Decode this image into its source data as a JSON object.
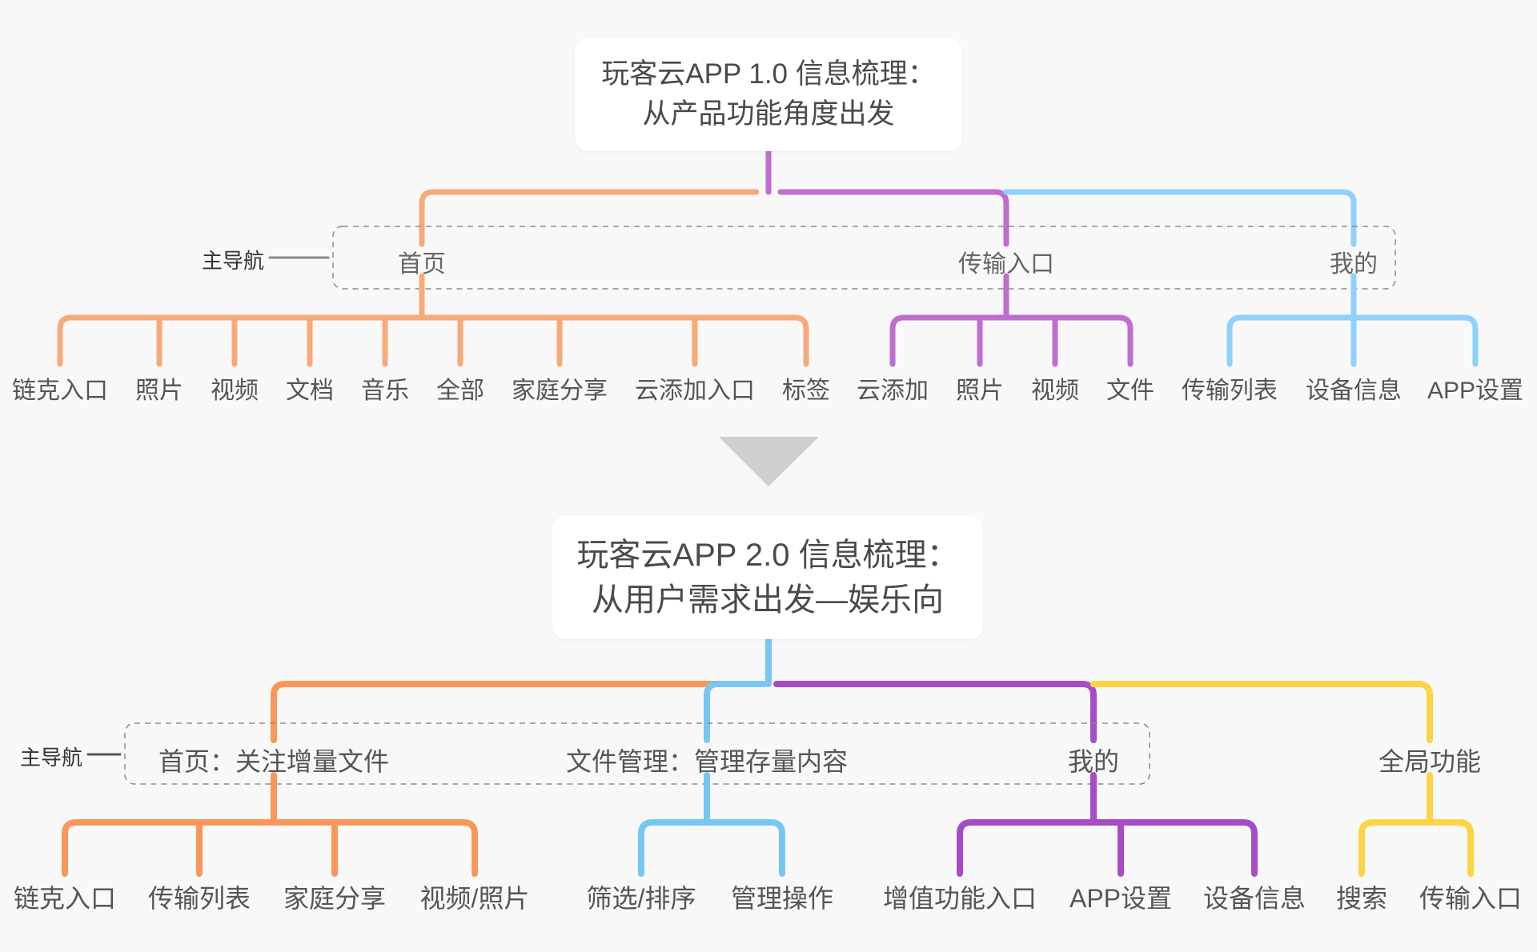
{
  "colors": {
    "d1_orange": "#f7aa79",
    "d1_purple": "#c06dd0",
    "d1_blue": "#8ed1fb",
    "d2_orange": "#f9975a",
    "d2_blue": "#76c7f6",
    "d2_purple": "#a74cc6",
    "d2_yellow": "#fdd445",
    "dashed": "#8c8c8c",
    "arrow": "#cfcfcf"
  },
  "diagram1": {
    "title_line1": "玩客云APP 1.0 信息梳理：",
    "title_line2": "从产品功能角度出发",
    "nav_label": "主导航",
    "branches": [
      {
        "label": "首页",
        "color": "d1_orange",
        "children": [
          "链克入口",
          "照片",
          "视频",
          "文档",
          "音乐",
          "全部",
          "家庭分享",
          "云添加入口",
          "标签"
        ]
      },
      {
        "label": "传输入口",
        "color": "d1_purple",
        "children": [
          "云添加",
          "照片",
          "视频",
          "文件"
        ]
      },
      {
        "label": "我的",
        "color": "d1_blue",
        "children": [
          "传输列表",
          "设备信息",
          "APP设置"
        ]
      }
    ]
  },
  "diagram2": {
    "title_line1": "玩客云APP 2.0 信息梳理：",
    "title_line2": "从用户需求出发—娱乐向",
    "nav_label": "主导航",
    "branches": [
      {
        "label": "首页：关注增量文件",
        "color": "d2_orange",
        "children": [
          "链克入口",
          "传输列表",
          "家庭分享",
          "视频/照片"
        ]
      },
      {
        "label": "文件管理：管理存量内容",
        "color": "d2_blue",
        "children": [
          "筛选/排序",
          "管理操作"
        ]
      },
      {
        "label": "我的",
        "color": "d2_purple",
        "children": [
          "增值功能入口",
          "APP设置",
          "设备信息"
        ]
      },
      {
        "label": "全局功能",
        "color": "d2_yellow",
        "children": [
          "搜索",
          "传输入口"
        ]
      }
    ]
  }
}
